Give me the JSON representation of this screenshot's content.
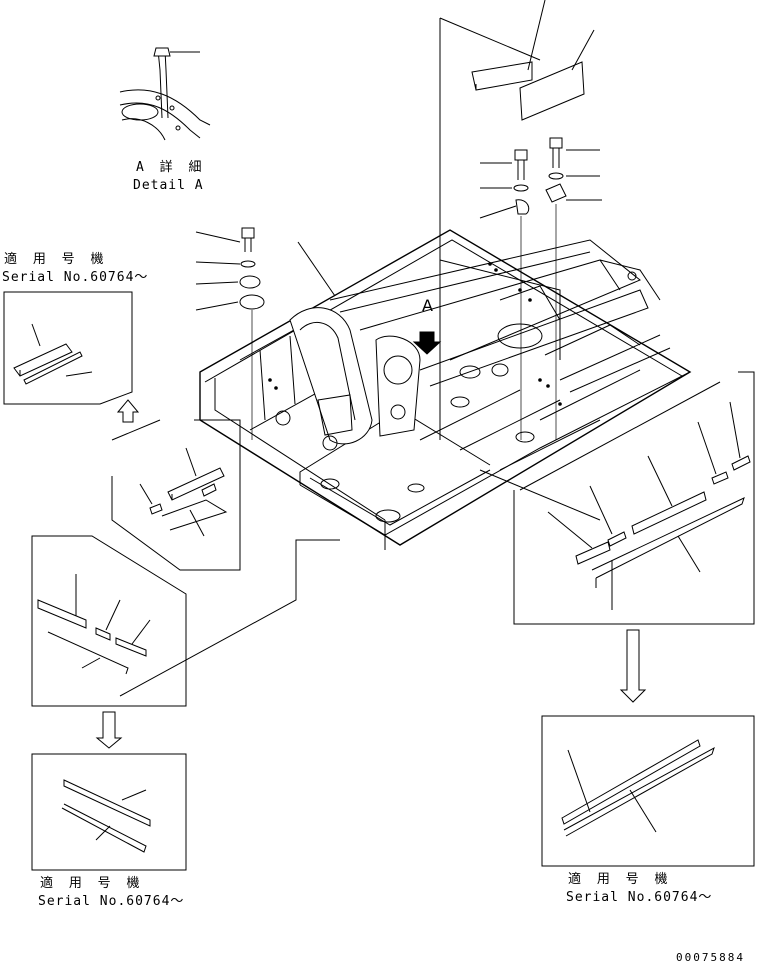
{
  "detail_a": {
    "title_jp": "A 詳 細",
    "title_en": "Detail A"
  },
  "callout_letter": "A",
  "serial_label_left_top": {
    "jp": "適 用 号 機",
    "en": "Serial No.60764～"
  },
  "serial_label_bottom_left": {
    "jp": "適 用 号 機",
    "en": "Serial No.60764～"
  },
  "serial_label_bottom_right": {
    "jp": "適 用 号 機",
    "en": "Serial No.60764～"
  },
  "document_number": "00075884"
}
